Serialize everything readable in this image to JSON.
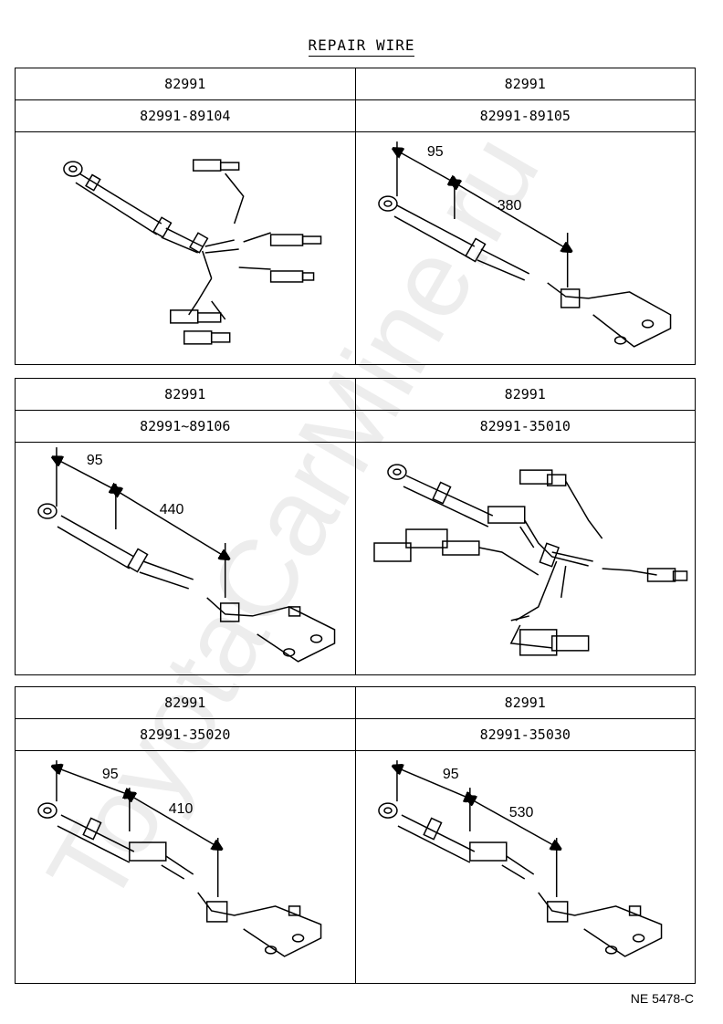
{
  "title": "REPAIR WIRE",
  "panels": [
    {
      "group": "82991",
      "part": "82991-89104"
    },
    {
      "group": "82991",
      "part": "82991-89105",
      "dims": [
        "95",
        "380"
      ]
    },
    {
      "group": "82991",
      "part": "82991~89106",
      "dims": [
        "95",
        "440"
      ]
    },
    {
      "group": "82991",
      "part": "82991-35010"
    },
    {
      "group": "82991",
      "part": "82991-35020",
      "dims": [
        "95",
        "410"
      ]
    },
    {
      "group": "82991",
      "part": "82991-35030",
      "dims": [
        "95",
        "530"
      ]
    }
  ],
  "footer_code": "NE 5478-C",
  "watermark": "ToyotaCarMine.ru"
}
